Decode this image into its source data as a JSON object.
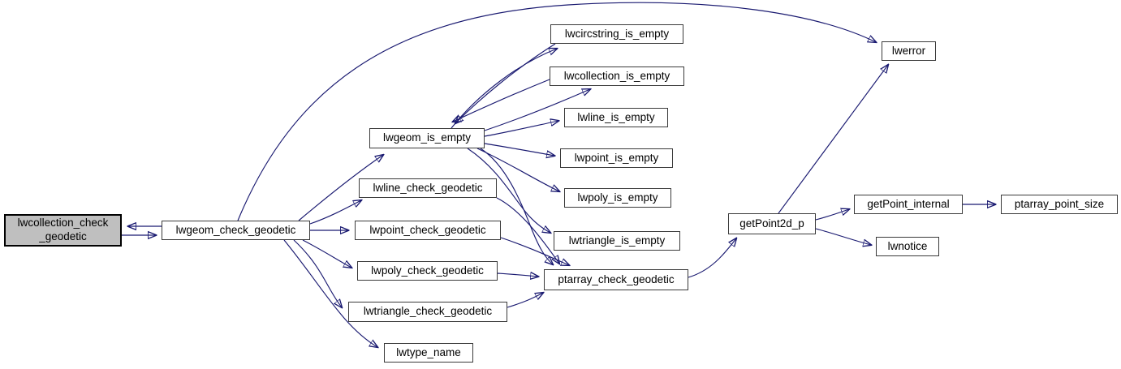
{
  "diagram": {
    "type": "doxygen-call-graph",
    "root_function": "lwcollection_check_geodetic",
    "colors": {
      "edge": "#191970",
      "node_fill": "#ffffff",
      "node_border": "#3a3a3a",
      "highlight_fill": "#bfbfbf",
      "highlight_border": "#000000",
      "text": "#000000"
    },
    "nodes": [
      {
        "id": "lwcollection_check_geodetic",
        "label": "lwcollection_check_geodetic",
        "lines": [
          "lwcollection_check",
          "_geodetic"
        ],
        "highlighted": true
      },
      {
        "id": "lwgeom_check_geodetic",
        "label": "lwgeom_check_geodetic",
        "highlighted": false
      },
      {
        "id": "lwgeom_is_empty",
        "label": "lwgeom_is_empty",
        "highlighted": false
      },
      {
        "id": "lwline_check_geodetic",
        "label": "lwline_check_geodetic",
        "highlighted": false
      },
      {
        "id": "lwpoint_check_geodetic",
        "label": "lwpoint_check_geodetic",
        "highlighted": false
      },
      {
        "id": "lwpoly_check_geodetic",
        "label": "lwpoly_check_geodetic",
        "highlighted": false
      },
      {
        "id": "lwtriangle_check_geodetic",
        "label": "lwtriangle_check_geodetic",
        "highlighted": false
      },
      {
        "id": "lwtype_name",
        "label": "lwtype_name",
        "highlighted": false
      },
      {
        "id": "lwcircstring_is_empty",
        "label": "lwcircstring_is_empty",
        "highlighted": false
      },
      {
        "id": "lwcollection_is_empty",
        "label": "lwcollection_is_empty",
        "highlighted": false
      },
      {
        "id": "lwline_is_empty",
        "label": "lwline_is_empty",
        "highlighted": false
      },
      {
        "id": "lwpoint_is_empty",
        "label": "lwpoint_is_empty",
        "highlighted": false
      },
      {
        "id": "lwpoly_is_empty",
        "label": "lwpoly_is_empty",
        "highlighted": false
      },
      {
        "id": "lwtriangle_is_empty",
        "label": "lwtriangle_is_empty",
        "highlighted": false
      },
      {
        "id": "ptarray_check_geodetic",
        "label": "ptarray_check_geodetic",
        "highlighted": false
      },
      {
        "id": "getPoint2d_p",
        "label": "getPoint2d_p",
        "highlighted": false
      },
      {
        "id": "lwerror",
        "label": "lwerror",
        "highlighted": false
      },
      {
        "id": "getPoint_internal",
        "label": "getPoint_internal",
        "highlighted": false
      },
      {
        "id": "ptarray_point_size",
        "label": "ptarray_point_size",
        "highlighted": false
      },
      {
        "id": "lwnotice",
        "label": "lwnotice",
        "highlighted": false
      }
    ],
    "edges": [
      {
        "from": "lwgeom_check_geodetic",
        "to": "lwcollection_check_geodetic"
      },
      {
        "from": "lwcollection_check_geodetic",
        "to": "lwgeom_check_geodetic"
      },
      {
        "from": "lwgeom_check_geodetic",
        "to": "lwerror"
      },
      {
        "from": "lwgeom_check_geodetic",
        "to": "lwgeom_is_empty"
      },
      {
        "from": "lwgeom_check_geodetic",
        "to": "lwline_check_geodetic"
      },
      {
        "from": "lwgeom_check_geodetic",
        "to": "lwpoint_check_geodetic"
      },
      {
        "from": "lwgeom_check_geodetic",
        "to": "lwpoly_check_geodetic"
      },
      {
        "from": "lwgeom_check_geodetic",
        "to": "lwtriangle_check_geodetic"
      },
      {
        "from": "lwgeom_check_geodetic",
        "to": "lwtype_name"
      },
      {
        "from": "lwgeom_is_empty",
        "to": "lwcircstring_is_empty"
      },
      {
        "from": "lwcircstring_is_empty",
        "to": "lwgeom_is_empty"
      },
      {
        "from": "lwgeom_is_empty",
        "to": "lwcollection_is_empty"
      },
      {
        "from": "lwcollection_is_empty",
        "to": "lwgeom_is_empty"
      },
      {
        "from": "lwgeom_is_empty",
        "to": "lwline_is_empty"
      },
      {
        "from": "lwgeom_is_empty",
        "to": "lwpoint_is_empty"
      },
      {
        "from": "lwgeom_is_empty",
        "to": "lwpoly_is_empty"
      },
      {
        "from": "lwgeom_is_empty",
        "to": "lwtriangle_is_empty"
      },
      {
        "from": "lwgeom_is_empty",
        "to": "ptarray_check_geodetic"
      },
      {
        "from": "lwline_check_geodetic",
        "to": "ptarray_check_geodetic"
      },
      {
        "from": "lwpoint_check_geodetic",
        "to": "ptarray_check_geodetic"
      },
      {
        "from": "lwpoly_check_geodetic",
        "to": "ptarray_check_geodetic"
      },
      {
        "from": "lwtriangle_check_geodetic",
        "to": "ptarray_check_geodetic"
      },
      {
        "from": "ptarray_check_geodetic",
        "to": "getPoint2d_p"
      },
      {
        "from": "getPoint2d_p",
        "to": "lwerror"
      },
      {
        "from": "getPoint2d_p",
        "to": "getPoint_internal"
      },
      {
        "from": "getPoint2d_p",
        "to": "lwnotice"
      },
      {
        "from": "getPoint_internal",
        "to": "ptarray_point_size"
      }
    ]
  }
}
